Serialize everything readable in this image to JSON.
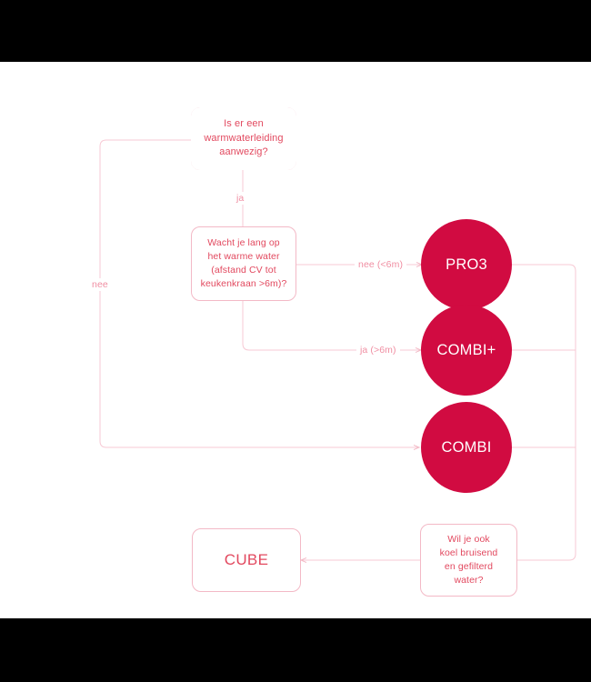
{
  "canvas": {
    "background": "#ffffff",
    "letterbox_color": "#000000"
  },
  "theme": {
    "line_color": "#f7c9d4",
    "box_border": "#f3b9c6",
    "box_text": "#e2495f",
    "circle_fill": "#d10b41",
    "circle_text": "#ffffff",
    "label_text": "#f08ea2"
  },
  "nodes": {
    "q1": {
      "id": "warmwaterleiding-question",
      "type": "decision",
      "lines": [
        "Is er een",
        "warmwaterleiding",
        "aanwezig?"
      ]
    },
    "q2": {
      "id": "wachttijd-question",
      "type": "decision",
      "lines": [
        "Wacht je lang op",
        "het warme water",
        "(afstand CV tot",
        "keukenkraan >6m)?"
      ]
    },
    "q3": {
      "id": "bruisend-gefilterd-question",
      "type": "decision",
      "lines": [
        "Wil je ook",
        "koel bruisend",
        "en gefilterd",
        "water?"
      ]
    },
    "pro3": {
      "id": "pro3-result",
      "type": "circle",
      "label": "PRO3"
    },
    "combiplus": {
      "id": "combiplus-result",
      "type": "circle",
      "label": "COMBI+"
    },
    "combi": {
      "id": "combi-result",
      "type": "circle",
      "label": "COMBI"
    },
    "cube": {
      "id": "cube-result",
      "type": "terminal",
      "label": "CUBE"
    }
  },
  "edge_labels": {
    "ja": "ja",
    "nee": "nee",
    "nee_lt6m": "nee (<6m)",
    "ja_gt6m": "ja (>6m)"
  }
}
